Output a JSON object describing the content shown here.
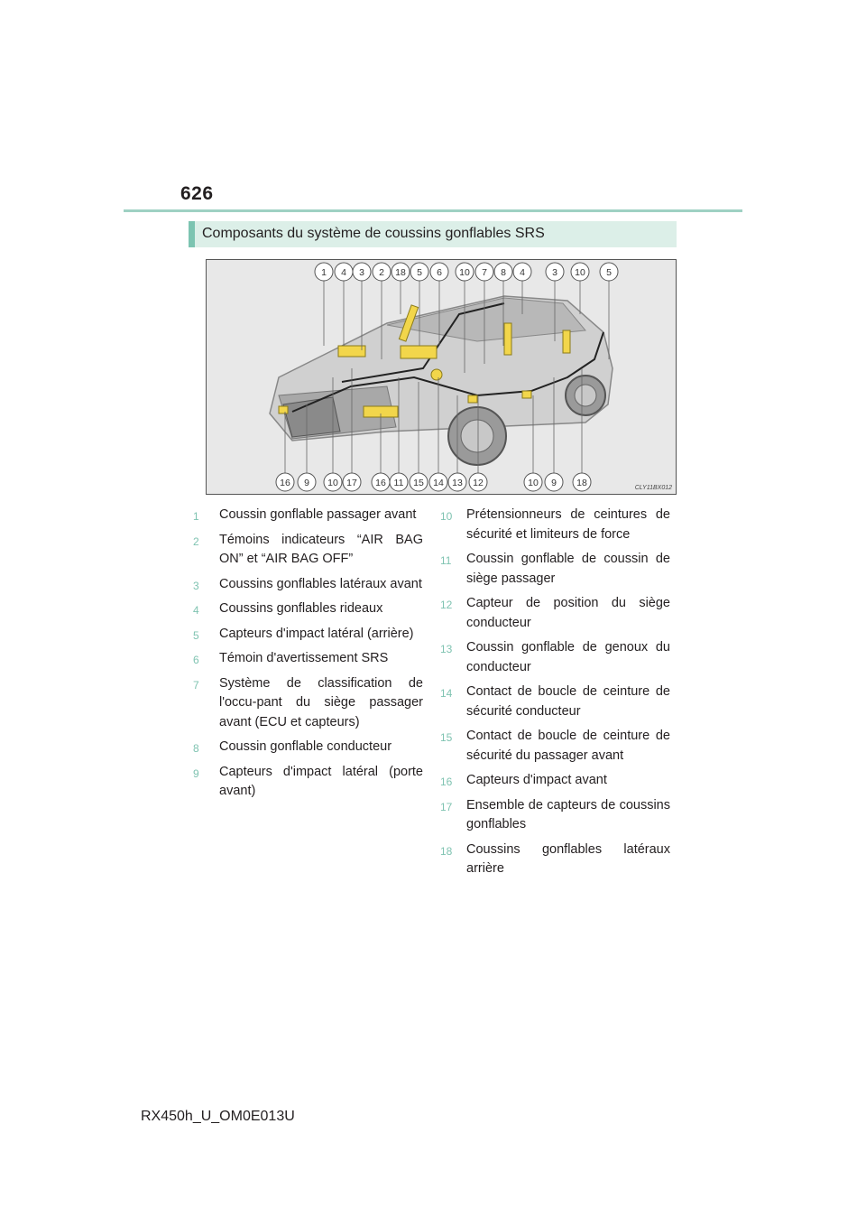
{
  "page_number": "626",
  "section_title": "Composants du système de coussins gonflables SRS",
  "diagram": {
    "top_callouts": [
      "1",
      "4",
      "3",
      "2",
      "18",
      "5",
      "6",
      "10",
      "7",
      "8",
      "4",
      "3",
      "10",
      "5"
    ],
    "bottom_callouts": [
      "16",
      "9",
      "10",
      "17",
      "16",
      "11",
      "15",
      "14",
      "13",
      "12",
      "10",
      "9",
      "18"
    ],
    "code": "CLY11BX012"
  },
  "items": [
    {
      "num": "1",
      "text": "Coussin gonflable passager avant"
    },
    {
      "num": "2",
      "text": "Témoins indicateurs “AIR BAG ON” et “AIR BAG OFF”"
    },
    {
      "num": "3",
      "text": "Coussins gonflables latéraux avant"
    },
    {
      "num": "4",
      "text": "Coussins gonflables rideaux"
    },
    {
      "num": "5",
      "text": "Capteurs d'impact latéral (arrière)"
    },
    {
      "num": "6",
      "text": "Témoin d'avertissement SRS"
    },
    {
      "num": "7",
      "text": "Système de classification de l'occu-pant du siège passager avant (ECU et capteurs)"
    },
    {
      "num": "8",
      "text": "Coussin gonflable conducteur"
    },
    {
      "num": "9",
      "text": "Capteurs d'impact latéral (porte avant)"
    },
    {
      "num": "10",
      "text": "Prétensionneurs de ceintures de sécurité et limiteurs de force"
    },
    {
      "num": "11",
      "text": "Coussin gonflable de coussin de siège passager"
    },
    {
      "num": "12",
      "text": "Capteur de position du siège conducteur"
    },
    {
      "num": "13",
      "text": "Coussin gonflable de genoux du conducteur"
    },
    {
      "num": "14",
      "text": "Contact de boucle de ceinture de sécurité conducteur"
    },
    {
      "num": "15",
      "text": "Contact de boucle de ceinture de sécurité du passager avant"
    },
    {
      "num": "16",
      "text": "Capteurs d'impact avant"
    },
    {
      "num": "17",
      "text": "Ensemble de capteurs de coussins gonflables"
    },
    {
      "num": "18",
      "text": "Coussins gonflables latéraux arrière"
    }
  ],
  "footer": "RX450h_U_OM0E013U"
}
